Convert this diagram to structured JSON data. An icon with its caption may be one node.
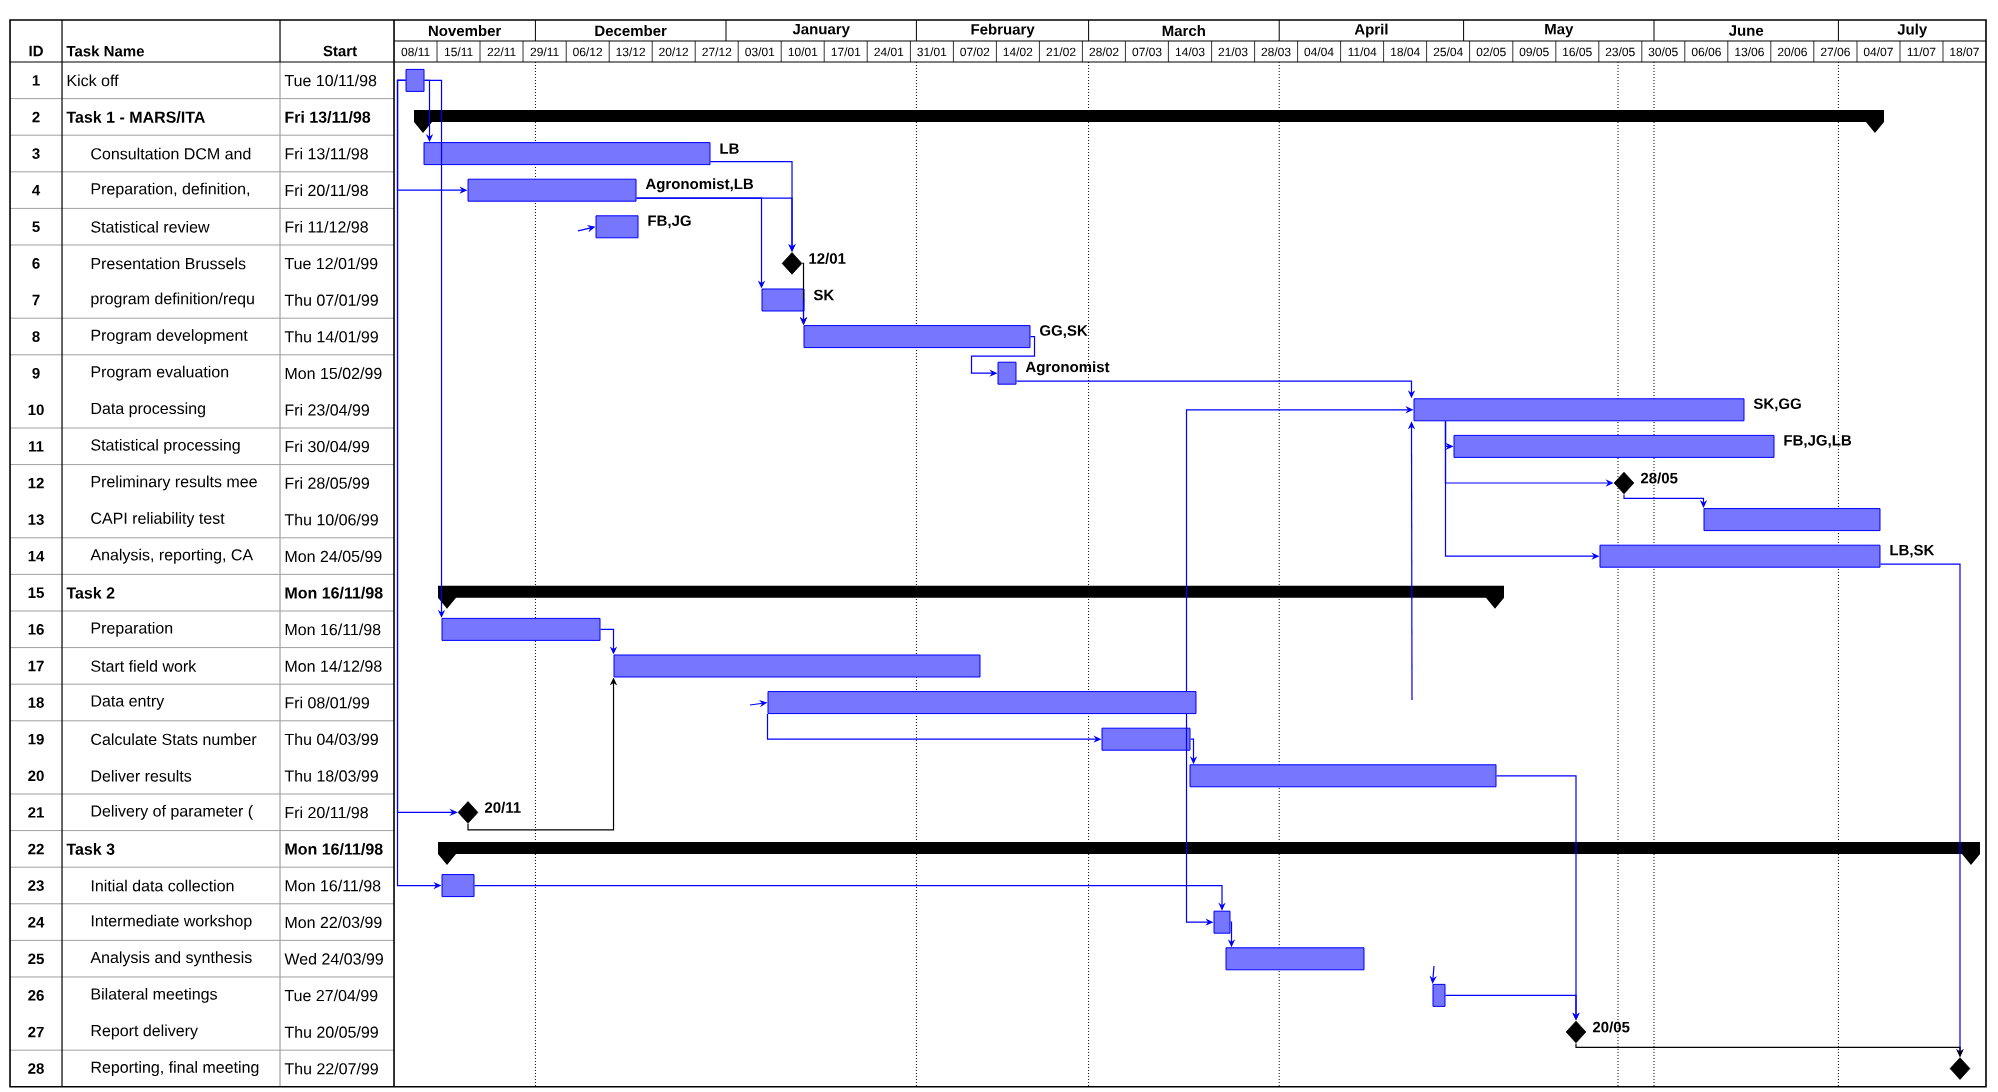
{
  "diagram": {
    "nodes": [
      {
        "text": [],
        "shape": "bar"
      },
      {
        "text": [],
        "shape": "bar"
      },
      {
        "text": [],
        "shape": "bar",
        "beside": [
          "LB"
        ]
      },
      {
        "text": [],
        "shape": "bar",
        "beside": [
          "Agronomist,LB"
        ]
      },
      {
        "text": [],
        "shape": "bar",
        "beside": [
          "FB,JG"
        ]
      },
      {
        "text": [],
        "shape": "diamond",
        "beside": [
          "12/01"
        ]
      },
      {
        "text": [],
        "shape": "bar",
        "beside": [
          "SK"
        ]
      },
      {
        "text": [],
        "shape": "bar",
        "beside": [
          "GG,SK"
        ]
      },
      {
        "text": [],
        "shape": "bar",
        "beside": [
          "Agronomist"
        ]
      },
      {
        "text": [],
        "shape": "bar",
        "beside": [
          "SK,GG"
        ]
      },
      {
        "text": [],
        "shape": "bar",
        "beside": [
          "FB,JG,LB"
        ]
      },
      {
        "text": [],
        "shape": "diamond",
        "beside": [
          "28/05"
        ]
      },
      {
        "text": [],
        "shape": "bar"
      },
      {
        "text": [],
        "shape": "bar",
        "beside": [
          "LB,SK"
        ]
      },
      {
        "text": [],
        "shape": "bar"
      },
      {
        "text": [],
        "shape": "bar"
      },
      {
        "text": [],
        "shape": "bar"
      },
      {
        "text": [],
        "shape": "bar"
      },
      {
        "text": [],
        "shape": "bar"
      },
      {
        "text": [],
        "shape": "bar"
      },
      {
        "text": [],
        "shape": "diamond",
        "beside": [
          "20/11"
        ]
      },
      {
        "text": [],
        "shape": "bar"
      },
      {
        "text": [],
        "shape": "bar"
      },
      {
        "text": [],
        "shape": "bar"
      },
      {
        "text": [],
        "shape": "bar"
      },
      {
        "text": [],
        "shape": "bar"
      },
      {
        "text": [],
        "shape": "diamond",
        "beside": [
          "20/05"
        ]
      },
      {
        "text": [],
        "shape": "diamond"
      }
    ],
    "edges": [
      {
        "from": 0,
        "to": 2,
        "arrow": "to"
      },
      {
        "from": 0,
        "to": 3,
        "arrow": "to"
      },
      {
        "from": 0,
        "to": 15,
        "arrow": "to"
      },
      {
        "from": 0,
        "to": 20,
        "arrow": "to"
      },
      {
        "from": 0,
        "to": 22,
        "arrow": "to"
      },
      {
        "from": 2,
        "to": 5,
        "arrow": "to"
      },
      {
        "from": 3,
        "to": 5,
        "arrow": "to"
      },
      {
        "from": 3,
        "to": 6,
        "arrow": "to"
      },
      {
        "from": 5,
        "to": 7,
        "arrow": "to",
        "color": "#000000"
      },
      {
        "from": 6,
        "to": 7,
        "arrow": "to"
      },
      {
        "from": 7,
        "to": 8,
        "arrow": "to"
      },
      {
        "from": 8,
        "to": 9,
        "arrow": "to"
      },
      {
        "from": 17,
        "to": 9,
        "arrow": "to"
      },
      {
        "from": null,
        "to": 9,
        "arrow": "to"
      },
      {
        "from": 9,
        "to": 10,
        "arrow": "to"
      },
      {
        "from": 9,
        "to": 11,
        "arrow": "to"
      },
      {
        "from": 9,
        "to": 13,
        "arrow": "to"
      },
      {
        "from": 11,
        "to": 12,
        "arrow": "to"
      },
      {
        "from": 13,
        "to": 27,
        "arrow": "to"
      },
      {
        "from": 15,
        "to": 16,
        "arrow": "to"
      },
      {
        "from": 20,
        "to": 16,
        "arrow": "to",
        "color": "#000000"
      },
      {
        "from": null,
        "to": 17,
        "arrow": "to"
      },
      {
        "from": 17,
        "to": 18,
        "arrow": "to"
      },
      {
        "from": 18,
        "to": 19,
        "arrow": "to"
      },
      {
        "from": 17,
        "to": 23,
        "arrow": "to"
      },
      {
        "from": 22,
        "to": 23,
        "arrow": "to"
      },
      {
        "from": 23,
        "to": 24,
        "arrow": "to"
      },
      {
        "from": 19,
        "to": 26,
        "arrow": "to"
      },
      {
        "from": 25,
        "to": 26,
        "arrow": "to"
      },
      {
        "from": null,
        "to": 25,
        "arrow": "to"
      },
      {
        "from": null,
        "to": 4,
        "arrow": "to"
      },
      {
        "from": 26,
        "to": 27,
        "arrow": "to",
        "color": "#000000"
      }
    ],
    "labels": [
      "ID",
      "Task Name",
      "Start",
      "November",
      "December",
      "January",
      "February",
      "March",
      "April",
      "May",
      "June",
      "July",
      "08/11",
      "15/11",
      "22/11",
      "29/11",
      "06/12",
      "13/12",
      "20/12",
      "27/12",
      "03/01",
      "10/01",
      "17/01",
      "24/01",
      "31/01",
      "07/02",
      "14/02",
      "21/02",
      "28/02",
      "07/03",
      "14/03",
      "21/03",
      "28/03",
      "04/04",
      "11/04",
      "18/04",
      "25/04",
      "02/05",
      "09/05",
      "16/05",
      "23/05",
      "30/05",
      "06/06",
      "13/06",
      "20/06",
      "27/06",
      "04/07",
      "11/07",
      "18/07",
      "1",
      "Kick off",
      "Tue 10/11/98",
      "2",
      "Task 1 - MARS/ITA",
      "Fri 13/11/98",
      "3",
      "Consultation DCM and",
      "Fri 13/11/98",
      "4",
      "Preparation, definition,",
      "Fri 20/11/98",
      "5",
      "Statistical review",
      "Fri 11/12/98",
      "6",
      "Presentation Brussels",
      "Tue 12/01/99",
      "7",
      "program definition/requ",
      "Thu 07/01/99",
      "8",
      "Program development",
      "Thu 14/01/99",
      "9",
      "Program evaluation",
      "Mon 15/02/99",
      "10",
      "Data processing",
      "Fri 23/04/99",
      "11",
      "Statistical processing",
      "Fri 30/04/99",
      "12",
      "Preliminary results mee",
      "Fri 28/05/99",
      "13",
      "CAPI reliability test",
      "Thu 10/06/99",
      "14",
      "Analysis, reporting, CA",
      "Mon 24/05/99",
      "15",
      "Task 2",
      "Mon 16/11/98",
      "16",
      "Preparation",
      "Mon 16/11/98",
      "17",
      "Start field work",
      "Mon 14/12/98",
      "18",
      "Data entry",
      "Fri 08/01/99",
      "19",
      "Calculate Stats number",
      "Thu 04/03/99",
      "20",
      "Deliver results",
      "Thu 18/03/99",
      "21",
      "Delivery of parameter (",
      "Fri 20/11/98",
      "22",
      "Task 3",
      "Mon 16/11/98",
      "23",
      "Initial data collection",
      "Mon 16/11/98",
      "24",
      "Intermediate workshop",
      "Mon 22/03/99",
      "25",
      "Analysis and synthesis",
      "Wed 24/03/99",
      "26",
      "Bilateral meetings",
      "Tue 27/04/99",
      "27",
      "Report delivery",
      "Thu 20/05/99",
      "28",
      "Reporting, final meeting",
      "Thu 22/07/99"
    ]
  }
}
